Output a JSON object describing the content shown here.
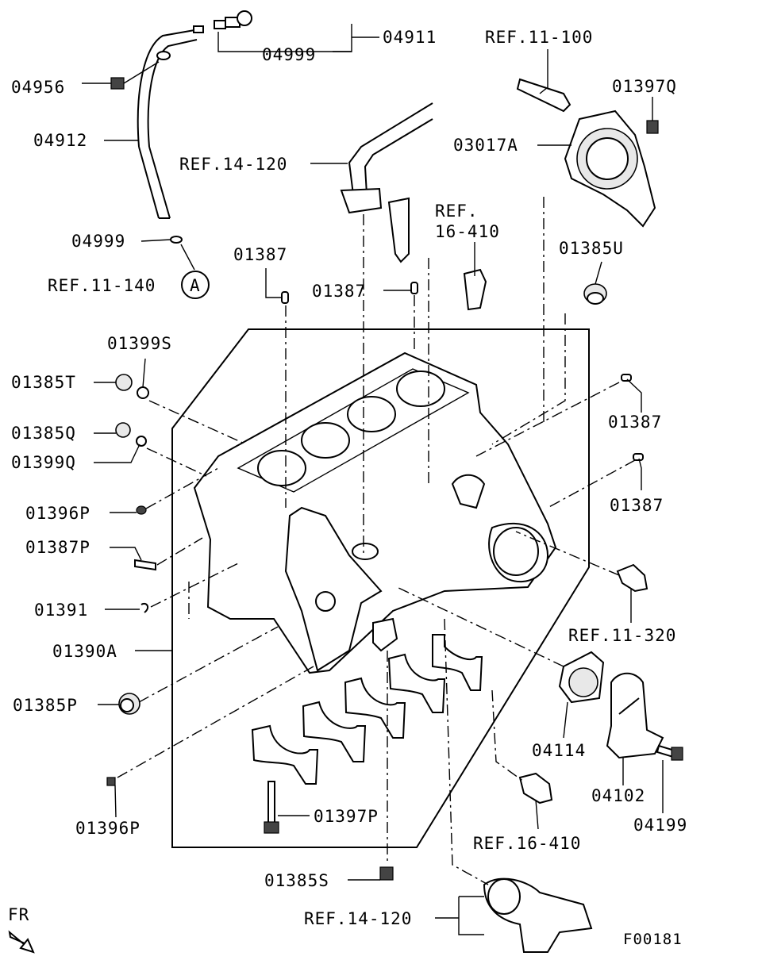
{
  "labels": {
    "p04911": "04911",
    "p04999_top": "04999",
    "p04956": "04956",
    "p04912": "04912",
    "p04999_mid": "04999",
    "ref_11_140": "REF.11-140",
    "circle_a": "A",
    "ref_11_100": "REF.11-100",
    "p01397q": "01397Q",
    "p03017a": "03017A",
    "ref_14_120_top": "REF.14-120",
    "ref_16_410_top_line1": "REF.",
    "ref_16_410_top_line2": "16-410",
    "p01387_a": "01387",
    "p01387_b": "01387",
    "p01385u": "01385U",
    "p01399s": "01399S",
    "p01385t": "01385T",
    "p01385q": "01385Q",
    "p01399q": "01399Q",
    "p01387_c": "01387",
    "p01387_d": "01387",
    "p01396p_a": "01396P",
    "p01387p": "01387P",
    "p01391": "01391",
    "ref_11_320": "REF.11-320",
    "p01390a": "01390A",
    "p04114": "04114",
    "p01385p": "01385P",
    "p04102": "04102",
    "p04199": "04199",
    "p01396p_b": "01396P",
    "p01397p": "01397P",
    "ref_16_410_bottom": "REF.16-410",
    "p01385s": "01385S",
    "ref_14_120_bottom": "REF.14-120",
    "fr": "FR",
    "figure_code": "F00181"
  }
}
